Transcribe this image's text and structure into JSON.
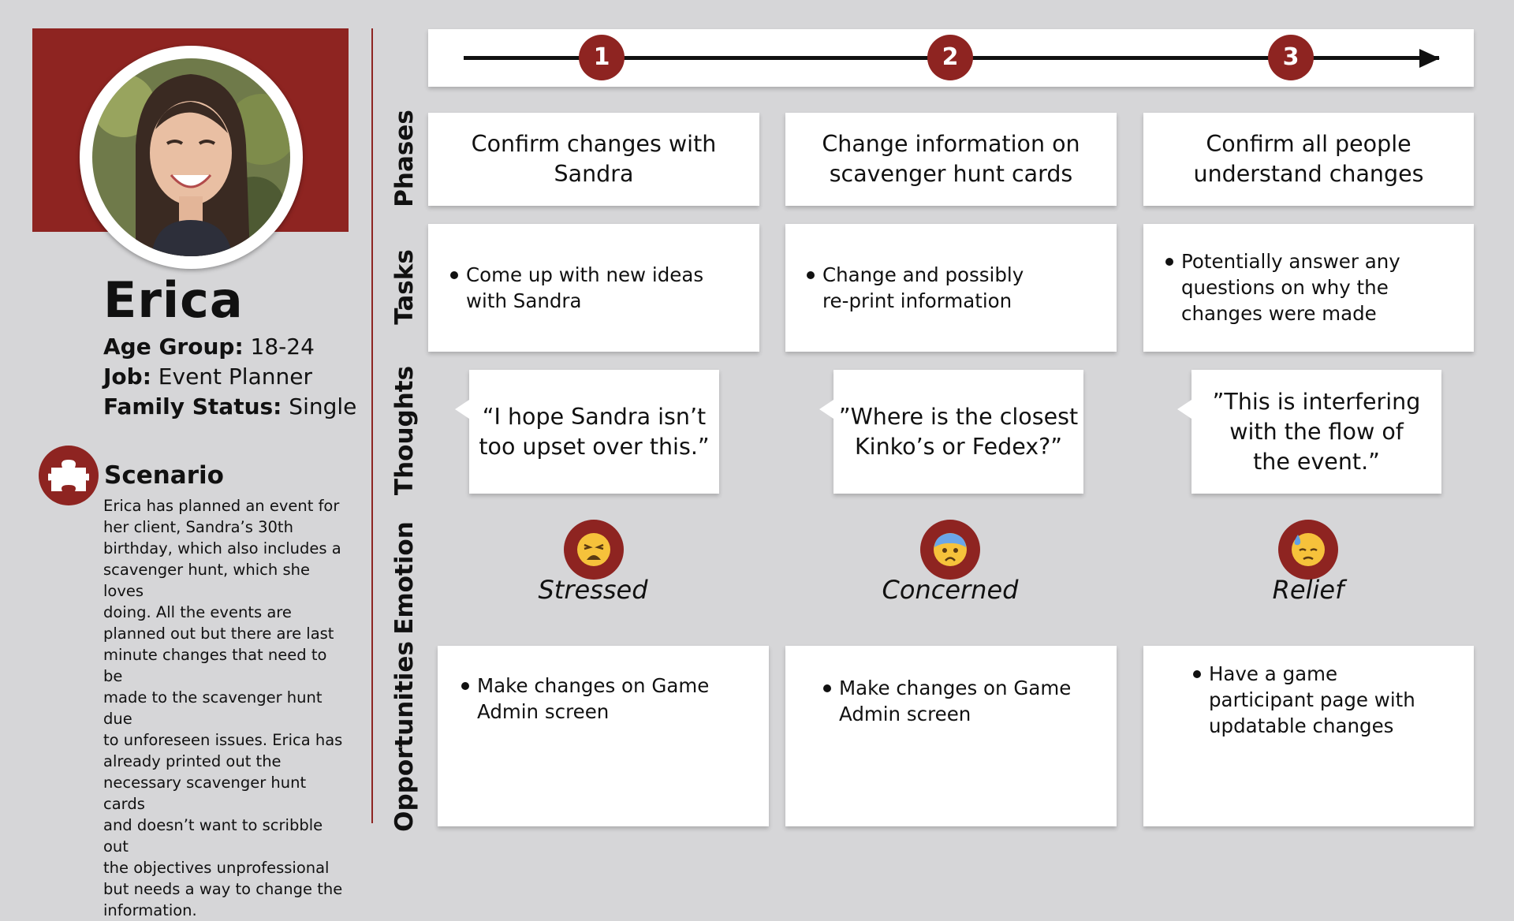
{
  "persona": {
    "name": "Erica",
    "age_label": "Age Group:",
    "age_value": " 18-24",
    "job_label": "Job:",
    "job_value": " Event Planner",
    "family_label": "Family Status:",
    "family_value": " Single",
    "scenario_title": "Scenario",
    "scenario_text": "Erica has planned an event for\nher client, Sandra’s 30th\nbirthday, which also includes a\nscavenger hunt, which she loves\ndoing.  All the events are\nplanned out but there are last\nminute changes that need to be\nmade to the scavenger hunt due\nto unforeseen issues.  Erica has\nalready printed out the\nnecessary scavenger hunt cards\nand doesn’t want to scribble out\nthe objectives unprofessional\nbut needs a way to change the\ninformation."
  },
  "row_labels": {
    "phases": "Phases",
    "tasks": "Tasks",
    "thoughts": "Thoughts",
    "emotion": "Emotion",
    "opportunities": "Opportunities"
  },
  "timeline": {
    "steps": [
      "1",
      "2",
      "3"
    ]
  },
  "phases": [
    "Confirm changes with Sandra",
    "Change information on\nscavenger hunt cards",
    "Confirm all people\nunderstand changes"
  ],
  "tasks": [
    "Come up with new ideas\nwith Sandra",
    "Change and possibly\nre-print information",
    "Potentially answer any\nquestions on why the\nchanges were made"
  ],
  "thoughts": [
    "“I hope Sandra isn’t\ntoo upset over this.”",
    "”Where is the closest\nKinko’s or Fedex?”",
    "”This is interfering\nwith the flow of\nthe event.”"
  ],
  "emotions": [
    {
      "label": "Stressed",
      "icon": "weary-face-icon"
    },
    {
      "label": "Concerned",
      "icon": "anxious-face-icon"
    },
    {
      "label": "Relief",
      "icon": "downcast-sweat-face-icon"
    }
  ],
  "opportunities": [
    "Make changes on Game\nAdmin screen",
    "Make changes on Game\nAdmin screen",
    "Have a game\nparticipant page with\nupdatable changes"
  ],
  "colors": {
    "accent": "#8e2421",
    "background": "#d6d6d8",
    "card": "#ffffff"
  }
}
